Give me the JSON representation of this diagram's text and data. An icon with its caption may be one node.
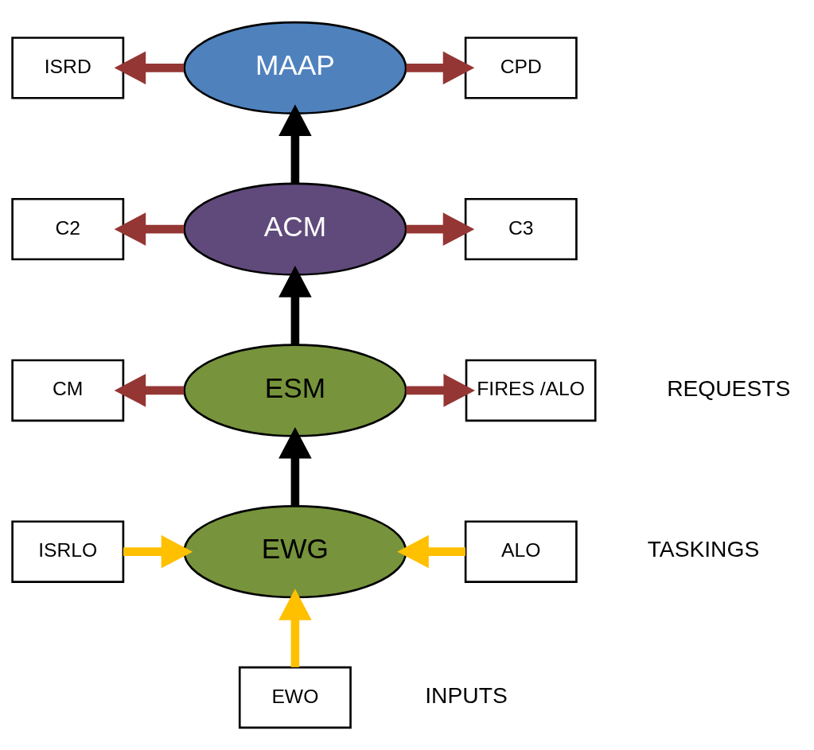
{
  "diagram": {
    "nodes": [
      {
        "text": [
          "ISRD"
        ]
      },
      {
        "text": [
          "MAAP"
        ]
      },
      {
        "text": [
          "CPD"
        ]
      },
      {
        "text": [
          "C2"
        ]
      },
      {
        "text": [
          "ACM"
        ]
      },
      {
        "text": [
          "C3"
        ]
      },
      {
        "text": [
          "CM"
        ]
      },
      {
        "text": [
          "ESM"
        ]
      },
      {
        "text": [
          "FIRES /ALO"
        ]
      },
      {
        "text": [
          "ISRLO"
        ]
      },
      {
        "text": [
          "EWG"
        ]
      },
      {
        "text": [
          "ALO"
        ]
      },
      {
        "text": [
          "EWO"
        ]
      }
    ],
    "edges": [
      {
        "from": 1,
        "to": 0,
        "arrow": "to"
      },
      {
        "from": 1,
        "to": 2,
        "arrow": "to"
      },
      {
        "from": 4,
        "to": 1,
        "arrow": "to",
        "color": "#000000"
      },
      {
        "from": 4,
        "to": 3,
        "arrow": "to"
      },
      {
        "from": 4,
        "to": 5,
        "arrow": "to"
      },
      {
        "from": 7,
        "to": 4,
        "arrow": "to",
        "color": "#000000"
      },
      {
        "from": 7,
        "to": 6,
        "arrow": "to"
      },
      {
        "from": 7,
        "to": 8,
        "arrow": "to"
      },
      {
        "from": 10,
        "to": 7,
        "arrow": "to",
        "color": "#000000"
      },
      {
        "from": 9,
        "to": 10,
        "arrow": "to",
        "color": "#ffc000"
      },
      {
        "from": 11,
        "to": 10,
        "arrow": "to",
        "color": "#ffc000"
      },
      {
        "from": 12,
        "to": 10,
        "arrow": "to",
        "color": "#ffc000"
      }
    ],
    "legend": [
      {
        "text": "REQUESTS"
      },
      {
        "text": "TASKINGS"
      },
      {
        "text": "INPUTS"
      }
    ]
  }
}
